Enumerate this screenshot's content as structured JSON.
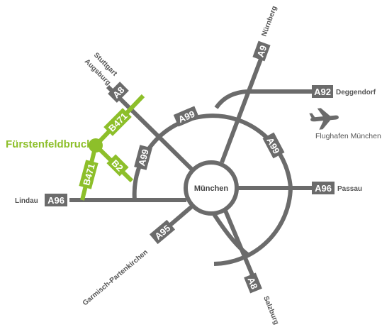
{
  "city_center": "München",
  "home_town": "Fürstenfeldbruck",
  "highways": {
    "a8_nw": "A8",
    "a9": "A9",
    "a92": "A92",
    "a99_top": "A99",
    "a99_left": "A99",
    "a99_right": "A99",
    "a96_west": "A96",
    "a96_east": "A96",
    "a95": "A95",
    "a8_se": "A8"
  },
  "local_roads": {
    "b471_upper": "B471",
    "b471_lower": "B471",
    "b2": "B2"
  },
  "destinations": {
    "stuttgart": "Stuttgart",
    "augsburg": "Augsburg",
    "nuernberg": "Nürnberg",
    "deggendorf": "Deggendorf",
    "passau": "Passau",
    "salzburg": "Salzburg",
    "garmisch": "Garmisch-Partenkirchen",
    "lindau": "Lindau",
    "airport": "Flughafen München"
  },
  "colors": {
    "road": "#6b6b6b",
    "local": "#8dbf2a",
    "text": "#555555"
  },
  "icons": {
    "airport": "airplane-icon"
  }
}
